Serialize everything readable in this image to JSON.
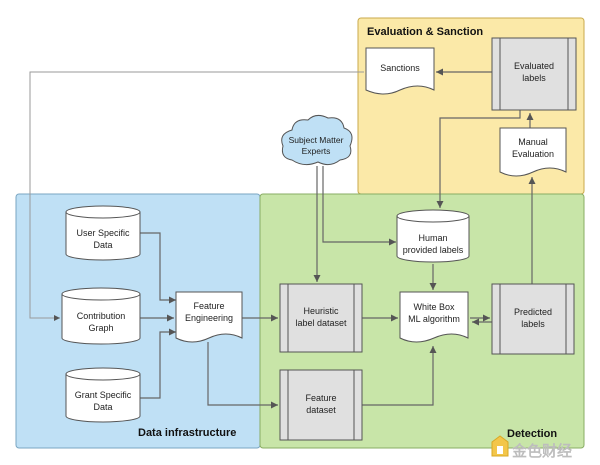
{
  "regions": {
    "evaluation": "Evaluation & Sanction",
    "data_infrastructure": "Data infrastructure",
    "detection": "Detection"
  },
  "nodes": {
    "sanctions": "Sanctions",
    "evaluated_labels": [
      "Evaluated",
      "labels"
    ],
    "manual_evaluation": [
      "Manual",
      "Evaluation"
    ],
    "subject_matter_experts": [
      "Subject Matter",
      "Experts"
    ],
    "user_specific_data": [
      "User Specific",
      "Data"
    ],
    "contribution_graph": [
      "Contribution",
      "Graph"
    ],
    "grant_specific_data": [
      "Grant Specific",
      "Data"
    ],
    "feature_engineering": [
      "Feature",
      "Engineering"
    ],
    "heuristic_label_dataset": [
      "Heuristic",
      "label dataset"
    ],
    "human_provided_labels": [
      "Human",
      "provided labels"
    ],
    "white_box_ml": [
      "White Box",
      "ML algorithm"
    ],
    "predicted_labels": [
      "Predicted",
      "labels"
    ],
    "feature_dataset": [
      "Feature",
      "dataset"
    ]
  },
  "watermark": "金色财经",
  "colors": {
    "evaluation_fill": "#fbe9a8",
    "evaluation_stroke": "#c9a94b",
    "data_infra_fill": "#bfe0f5",
    "data_infra_stroke": "#7aa6c2",
    "detection_fill": "#c8e5a8",
    "detection_stroke": "#89ad63",
    "process_fill": "#e0e0e0",
    "cloud_fill": "#bfe0f5",
    "node_stroke": "#555555"
  }
}
